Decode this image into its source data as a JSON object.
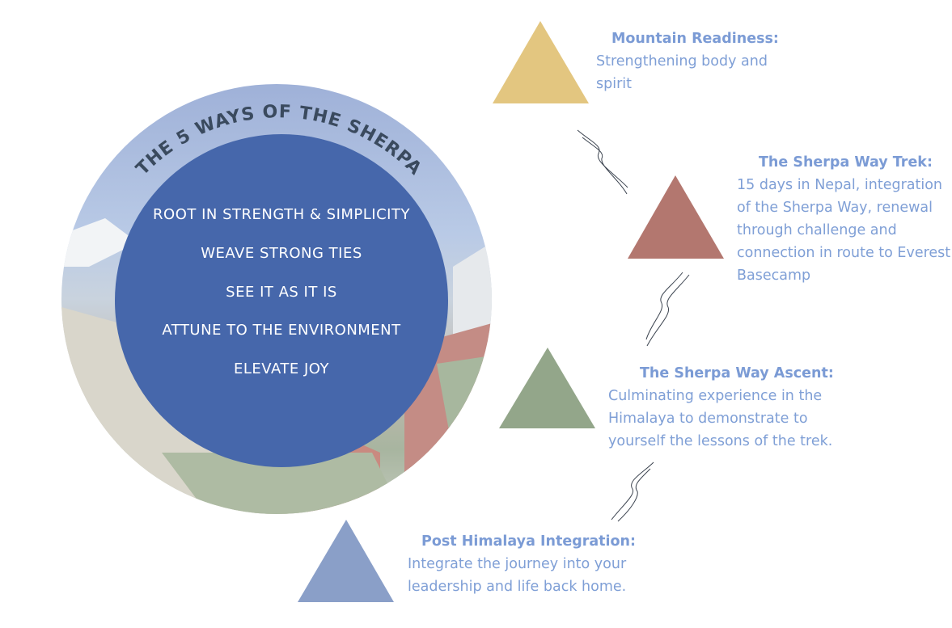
{
  "circle": {
    "title": "THE 5 WAYS OF THE SHERPA",
    "ways": [
      "ROOT IN STRENGTH & SIMPLICITY",
      "WEAVE STRONG TIES",
      "SEE IT AS IT IS",
      "ATTUNE TO THE ENVIRONMENT",
      "ELEVATE JOY"
    ]
  },
  "stages": [
    {
      "title": "Mountain Readiness:",
      "lines": [
        "Strengthening body and",
        "spirit"
      ],
      "color": "#e3c680"
    },
    {
      "title": "The Sherpa Way Trek:",
      "lines": [
        "15 days in Nepal, integration",
        "of the Sherpa Way, renewal",
        "through challenge and",
        "connection in route to Everest",
        "Basecamp"
      ],
      "color": "#b3776f"
    },
    {
      "title": "The Sherpa Way Ascent:",
      "lines": [
        "Culminating experience in the",
        "Himalaya to demonstrate to",
        "yourself the lessons of the trek."
      ],
      "color": "#93a68a"
    },
    {
      "title": "Post Himalaya Integration:",
      "lines": [
        "Integrate the journey into your",
        "leadership and life back home."
      ],
      "color": "#8a9fc8"
    }
  ]
}
